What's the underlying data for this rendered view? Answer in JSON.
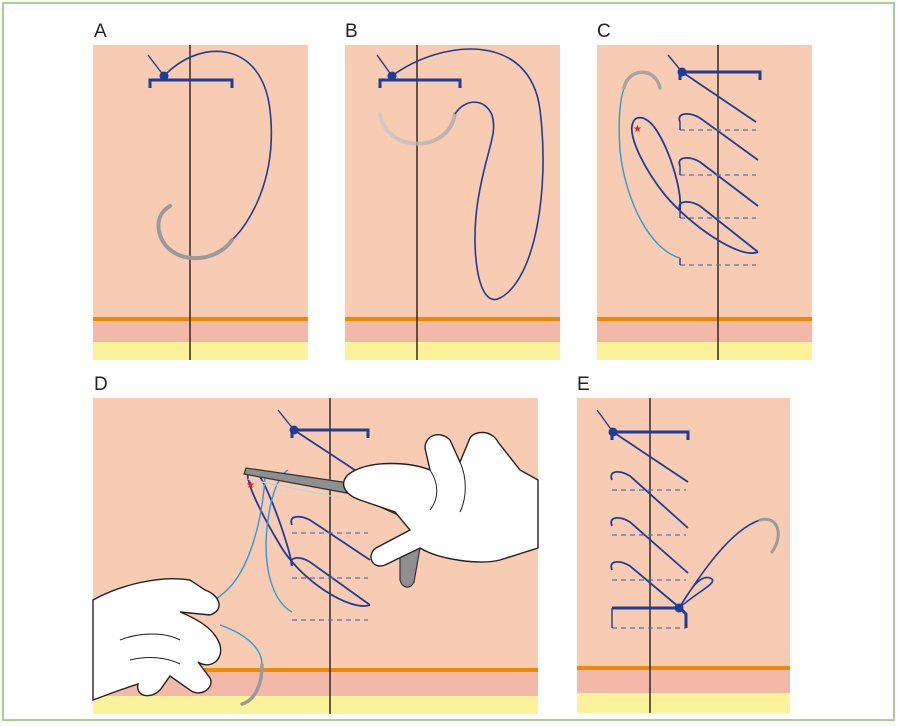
{
  "panels": {
    "a": {
      "label": "A"
    },
    "b": {
      "label": "B"
    },
    "c": {
      "label": "C"
    },
    "d": {
      "label": "D"
    },
    "e": {
      "label": "E"
    }
  },
  "colors": {
    "skin": "#f7ccb3",
    "dermis": "#f2b8a8",
    "fat": "#fbf29a",
    "fascia_line": "#ef8a00",
    "suture": "#1f3c96",
    "suture_light": "#2b9bd8",
    "needle": "#9a9a9a",
    "frame": "#a9d18e",
    "star": "#e02020"
  }
}
